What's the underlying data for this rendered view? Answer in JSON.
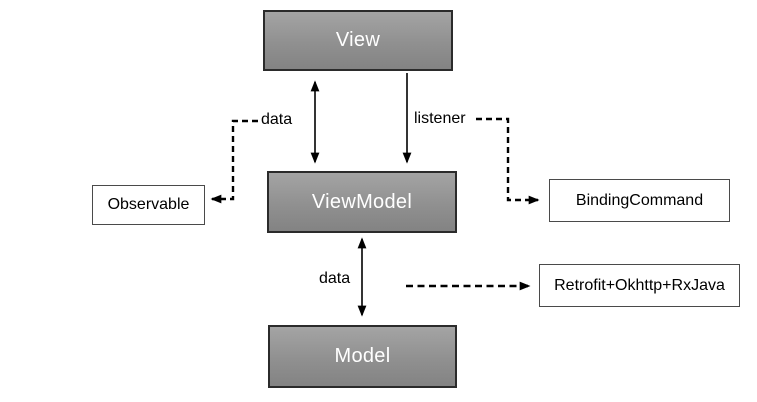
{
  "diagram": {
    "type": "architecture-flow",
    "nodes": {
      "view": {
        "label": "View"
      },
      "viewmodel": {
        "label": "ViewModel"
      },
      "model": {
        "label": "Model"
      },
      "observable": {
        "label": "Observable"
      },
      "binding_command": {
        "label": "BindingCommand"
      },
      "network_stack": {
        "label": "Retrofit+Okhttp+RxJava"
      }
    },
    "edge_labels": {
      "view_viewmodel_data": "data",
      "view_viewmodel_listener": "listener",
      "viewmodel_model_data": "data"
    },
    "edges": [
      {
        "from": "view",
        "to": "viewmodel",
        "label": "data",
        "style": "solid",
        "direction": "both"
      },
      {
        "from": "view",
        "to": "viewmodel",
        "label": "listener",
        "style": "solid",
        "direction": "down"
      },
      {
        "from": "viewmodel",
        "to": "observable",
        "style": "dashed",
        "direction": "into-observable"
      },
      {
        "from": "viewmodel",
        "to": "binding_command",
        "style": "dashed",
        "direction": "into-binding-command"
      },
      {
        "from": "viewmodel",
        "to": "model",
        "label": "data",
        "style": "solid",
        "direction": "both"
      },
      {
        "from": "model",
        "to": "network_stack",
        "style": "dashed",
        "direction": "into-network-stack"
      }
    ],
    "colors": {
      "background": "#ffffff",
      "primary_node_fill_top": "#a4a4a4",
      "primary_node_fill_bottom": "#838383",
      "primary_node_border": "#2b2b2b",
      "primary_node_text": "#ffffff",
      "secondary_node_fill": "#ffffff",
      "secondary_node_border": "#4a4a4a",
      "secondary_node_text": "#000000",
      "arrow_color": "#000000"
    }
  }
}
